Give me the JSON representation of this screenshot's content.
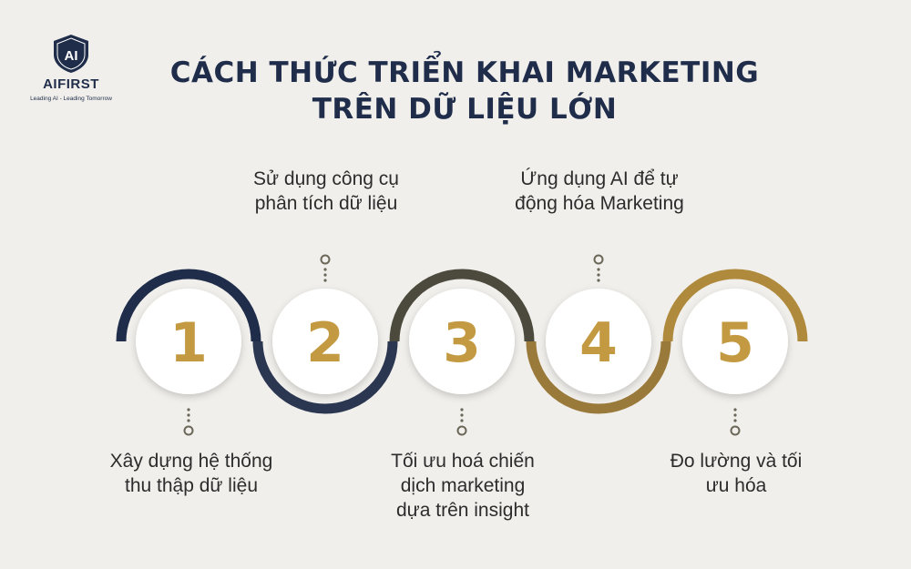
{
  "logo": {
    "mark_text": "AI",
    "name": "AIFIRST",
    "tagline": "Leading AI - Leading Tomorrow"
  },
  "title": {
    "line1": "CÁCH THỨC TRIỂN KHAI MARKETING",
    "line2": "TRÊN DỮ LIỆU LỚN"
  },
  "colors": {
    "background": "#f1efeb",
    "navy": "#1f2d4a",
    "dark_olive": "#4b4a3d",
    "gold": "#b08a3c",
    "number_gold": "#c39a42",
    "circle_fill": "#ffffff"
  },
  "steps": [
    {
      "number": "1",
      "text": [
        "Xây dựng hệ thống",
        "thu thập dữ liệu"
      ],
      "position": "bottom",
      "arc": "top",
      "color": "#1f2d4a"
    },
    {
      "number": "2",
      "text": [
        "Sử dụng công cụ",
        "phân tích dữ liệu"
      ],
      "position": "top",
      "arc": "bottom",
      "color": "#2b3650"
    },
    {
      "number": "3",
      "text": [
        "Tối ưu hoá chiến",
        "dịch marketing",
        "dựa trên insight"
      ],
      "position": "bottom",
      "arc": "top",
      "color": "#4b4a3d"
    },
    {
      "number": "4",
      "text": [
        "Ứng dụng AI để tự",
        "động hóa Marketing"
      ],
      "position": "top",
      "arc": "bottom",
      "color": "#9a7a3a"
    },
    {
      "number": "5",
      "text": [
        "Đo lường và tối",
        "ưu hóa"
      ],
      "position": "bottom",
      "arc": "top",
      "color": "#b08a3c"
    }
  ]
}
